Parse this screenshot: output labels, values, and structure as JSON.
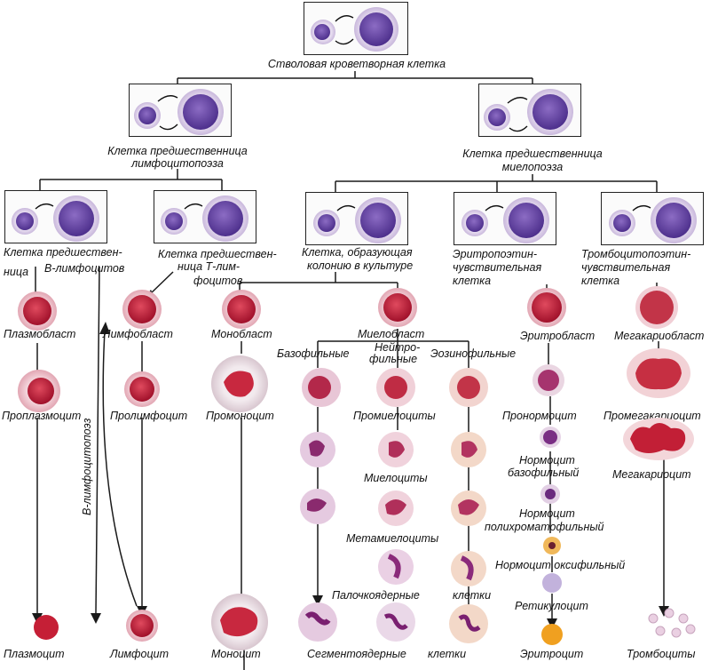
{
  "labels": {
    "stem": "Стволовая кроветворная клетка",
    "lymph_prog_1": "Клетка предшественница",
    "lymph_prog_2": "лимфоцитопоэза",
    "myelo_prog_1": "Клетка предшественница",
    "myelo_prog_2": "миелопоэза",
    "b_prog_1": "Клетка предшествен-",
    "b_prog_2": "ница",
    "b_prog_3": "В-лимфоцитов",
    "t_prog_1": "Клетка предшествен-",
    "t_prog_2": "ница Т-лим-",
    "t_prog_3": "фоцитов",
    "cfu_1": "Клетка, образующая",
    "cfu_2": "колонию в культуре",
    "ery_prog_1": "Эритропоэтин-",
    "ery_prog_2": "чувствительная",
    "ery_prog_3": "клетка",
    "thr_prog_1": "Тромбоцитопоэтин-",
    "thr_prog_2": "чувствительная",
    "thr_prog_3": "клетка",
    "plasmoblast": "Плазмобласт",
    "lymphoblast": "Лимфобласт",
    "monoblast": "Монобласт",
    "myeloblast": "Миелобласт",
    "erythroblast": "Эритробласт",
    "megakaryoblast": "Мегакариобласт",
    "basophilic": "Базофильные",
    "neutrophilic_1": "Нейтро-",
    "neutrophilic_2": "фильные",
    "eosinophilic": "Эозинофильные",
    "proplasmocyte": "Проплазмоцит",
    "prolymphocyte": "Пролимфоцит",
    "promonocyte": "Промоноцит",
    "promyelocytes": "Промиелоциты",
    "pronormocyte": "Пронормоцит",
    "promegakaryocyte": "Промегакариоцит",
    "myelocytes": "Миелоциты",
    "normo_baso_1": "Нормоцит",
    "normo_baso_2": "базофильный",
    "megakaryocyte": "Мегакариоцит",
    "metamyelocytes": "Метамиелоциты",
    "normo_poly_1": "Нормоцит",
    "normo_poly_2": "полихроматофильный",
    "normo_oxy": "Нормоцит оксифильный",
    "band": "Палочкоядерные",
    "cells_1": "клетки",
    "reticulocyte": "Ретикулоцит",
    "plasmocyte": "Плазмоцит",
    "lymphocyte": "Лимфоцит",
    "monocyte": "Моноцит",
    "segmented": "Сегментоядерные",
    "cells_2": "клетки",
    "erythrocyte": "Эритроцит",
    "platelets": "Тромбоциты",
    "b_lymphopoiesis": "В-лимфоцитопоэз"
  },
  "colors": {
    "line": "#1a1a1a",
    "stem_nucleus": "#6a4aa8",
    "stem_cytoplasm": "#d9cce6",
    "blast_nucleus": "#c81e38",
    "blast_cytoplasm": "#e9a0ae",
    "granule_neutro": "#b6507a",
    "granule_eosino": "#e08a3a",
    "granule_baso": "#5a2a7a",
    "erythrocyte": "#f0a020",
    "reticulocyte": "#b9a9d6",
    "platelet": "#e8c9e0"
  }
}
